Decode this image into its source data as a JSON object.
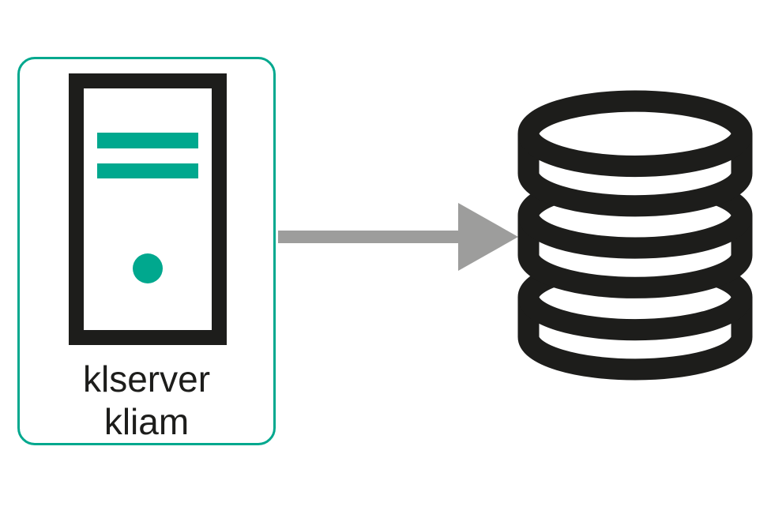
{
  "diagram": {
    "title": "server-to-database-diagram",
    "colors": {
      "teal": "#00a88e",
      "black": "#1d1d1b",
      "gray": "#9d9d9c",
      "white": "#ffffff"
    },
    "server_node": {
      "icon": "server-tower-icon",
      "label_line1": "klserver",
      "label_line2": "kliam"
    },
    "connector": {
      "type": "arrow",
      "direction": "right",
      "from": "server_node",
      "to": "database_node",
      "color": "#9d9d9c"
    },
    "database_node": {
      "icon": "database-icon",
      "disk_count": 3,
      "color": "#1d1d1b"
    }
  }
}
